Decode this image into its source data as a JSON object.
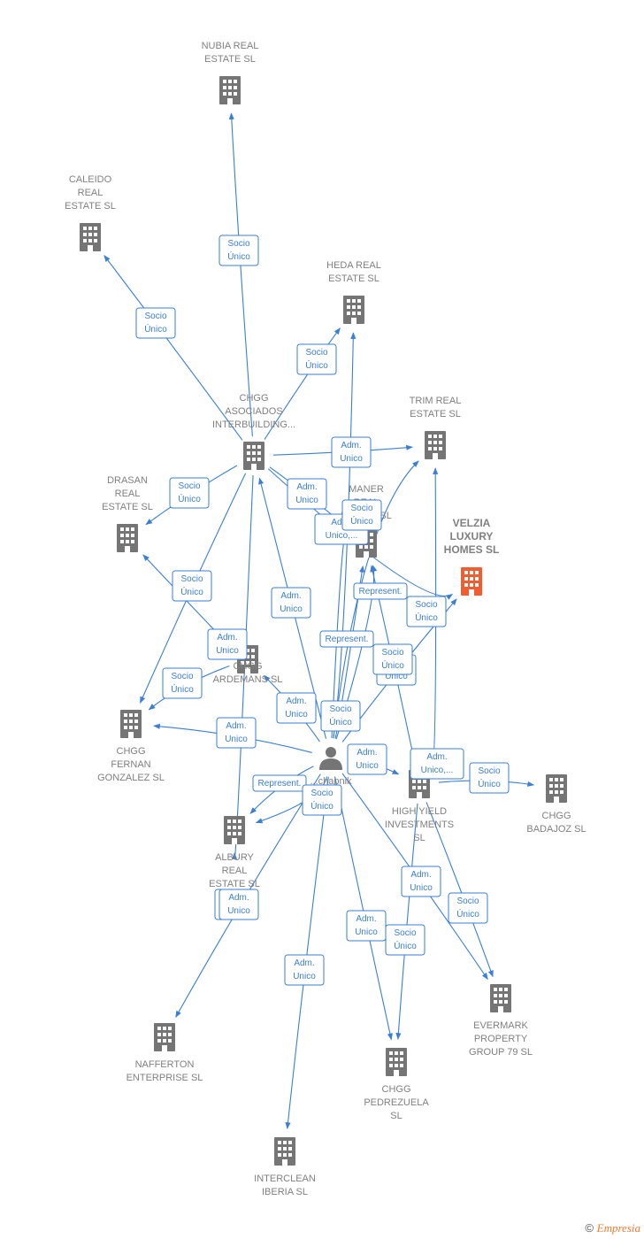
{
  "colors": {
    "edge": "#3a7fd5",
    "building": "#757575",
    "focus_building": "#f25c2e",
    "label": "#808080"
  },
  "nodes": [
    {
      "id": "nubia",
      "lines": [
        "NUBIA REAL",
        "ESTATE  SL"
      ],
      "type": "company"
    },
    {
      "id": "caleido",
      "lines": [
        "CALEIDO",
        "REAL",
        "ESTATE  SL"
      ],
      "type": "company"
    },
    {
      "id": "heda",
      "lines": [
        "HEDA REAL",
        "ESTATE  SL"
      ],
      "type": "company"
    },
    {
      "id": "chgg_asoc",
      "lines": [
        "CHGG",
        "ASOCIADOS",
        "INTERBUILDING..."
      ],
      "type": "company"
    },
    {
      "id": "trim",
      "lines": [
        "TRIM REAL",
        "ESTATE  SL"
      ],
      "type": "company"
    },
    {
      "id": "drasan",
      "lines": [
        "DRASAN",
        "REAL",
        "ESTATE  SL"
      ],
      "type": "company"
    },
    {
      "id": "maner",
      "lines": [
        "MANER",
        "REAL",
        "ESTATE  SL"
      ],
      "type": "company"
    },
    {
      "id": "velzia",
      "lines": [
        "VELZIA",
        "LUXURY",
        "HOMES  SL"
      ],
      "type": "focus"
    },
    {
      "id": "ardemans",
      "lines": [
        "CHGG",
        "ARDEMANS  SL"
      ],
      "type": "company"
    },
    {
      "id": "fernan",
      "lines": [
        "CHGG",
        "FERNAN",
        "GONZALEZ  SL"
      ],
      "type": "company"
    },
    {
      "id": "person",
      "lines": [
        "...chapnik",
        "...",
        "..."
      ],
      "type": "person"
    },
    {
      "id": "highyield",
      "lines": [
        "HIGH YIELD",
        "INVESTMENTS",
        "SL"
      ],
      "type": "company"
    },
    {
      "id": "badajoz",
      "lines": [
        "CHGG",
        "BADAJOZ  SL"
      ],
      "type": "company"
    },
    {
      "id": "albury",
      "lines": [
        "ALBURY",
        "REAL",
        "ESTATE  SL"
      ],
      "type": "company"
    },
    {
      "id": "evermark",
      "lines": [
        "EVERMARK",
        "PROPERTY",
        "GROUP 79  SL"
      ],
      "type": "company"
    },
    {
      "id": "nafferton",
      "lines": [
        "NAFFERTON",
        "ENTERPRISE SL"
      ],
      "type": "company"
    },
    {
      "id": "pedrezuela",
      "lines": [
        "CHGG",
        "PEDREZUELA",
        "SL"
      ],
      "type": "company"
    },
    {
      "id": "interclean",
      "lines": [
        "INTERCLEAN",
        "IBERIA  SL"
      ],
      "type": "company"
    }
  ],
  "edges": [
    {
      "from": "chgg_asoc",
      "to": "nubia",
      "label": [
        "Socio",
        "Único"
      ]
    },
    {
      "from": "chgg_asoc",
      "to": "caleido",
      "label": [
        "Socio",
        "Único"
      ]
    },
    {
      "from": "chgg_asoc",
      "to": "heda",
      "label": [
        "Socio",
        "Único"
      ]
    },
    {
      "from": "chgg_asoc",
      "to": "trim",
      "label": [
        "Adm.",
        "Unico"
      ]
    },
    {
      "from": "chgg_asoc",
      "to": "drasan",
      "label": [
        "Socio",
        "Único"
      ]
    },
    {
      "from": "chgg_asoc",
      "to": "maner",
      "label": [
        "Adm.",
        "Unico"
      ]
    },
    {
      "from": "chgg_asoc",
      "to": "velzia",
      "label": [
        "Socio",
        "Único"
      ]
    },
    {
      "from": "chgg_asoc",
      "to": "fernan",
      "label": [
        "Socio",
        "Único"
      ]
    },
    {
      "from": "chgg_asoc",
      "to": "albury",
      "label": [
        "Adm.",
        "Unico"
      ]
    },
    {
      "from": "person",
      "to": "chgg_asoc",
      "label": [
        "Adm.",
        "Unico"
      ]
    },
    {
      "from": "person",
      "to": "maner",
      "label": [
        "Adm.",
        "Unico,..."
      ]
    },
    {
      "from": "person",
      "to": "maner",
      "label": [
        "Represent."
      ]
    },
    {
      "from": "person",
      "to": "heda",
      "label": [
        "Represent."
      ]
    },
    {
      "from": "person",
      "to": "trim",
      "label": [
        "Socio",
        "Único"
      ]
    },
    {
      "from": "person",
      "to": "velzia",
      "label": [
        "Adm.",
        "Unico"
      ]
    },
    {
      "from": "person",
      "to": "ardemans",
      "label": [
        "Adm.",
        "Unico"
      ]
    },
    {
      "from": "ardemans",
      "to": "drasan",
      "label": [
        "Adm.",
        "Unico"
      ]
    },
    {
      "from": "ardemans",
      "to": "fernan",
      "label": [
        "Socio",
        "Único"
      ]
    },
    {
      "from": "person",
      "to": "fernan",
      "label": [
        "Adm.",
        "Unico"
      ]
    },
    {
      "from": "person",
      "to": "highyield",
      "label": [
        "Adm.",
        "Unico"
      ]
    },
    {
      "from": "highyield",
      "to": "trim",
      "label": [
        "Adm.",
        "Unico,..."
      ]
    },
    {
      "from": "highyield",
      "to": "badajoz",
      "label": [
        "Socio",
        "Único"
      ]
    },
    {
      "from": "highyield",
      "to": "maner",
      "label": [
        "Socio",
        "Único"
      ]
    },
    {
      "from": "person",
      "to": "albury",
      "label": [
        "Represent."
      ]
    },
    {
      "from": "person",
      "to": "albury",
      "label": [
        "Socio",
        "Único"
      ]
    },
    {
      "from": "person",
      "to": "nafferton",
      "label": [
        "Adm.",
        "Unico"
      ]
    },
    {
      "from": "person",
      "to": "interclean",
      "label": [
        "Adm.",
        "Unico"
      ]
    },
    {
      "from": "person",
      "to": "pedrezuela",
      "label": [
        "Adm.",
        "Unico"
      ]
    },
    {
      "from": "highyield",
      "to": "pedrezuela",
      "label": [
        "Socio",
        "Único"
      ]
    },
    {
      "from": "person",
      "to": "evermark",
      "label": [
        "Adm.",
        "Unico"
      ]
    },
    {
      "from": "highyield",
      "to": "evermark",
      "label": [
        "Socio",
        "Único"
      ]
    },
    {
      "from": "person",
      "to": "maner",
      "label": [
        "Socio",
        "Único"
      ]
    }
  ],
  "footer": {
    "copyright": "©",
    "brand": "Empresia"
  }
}
